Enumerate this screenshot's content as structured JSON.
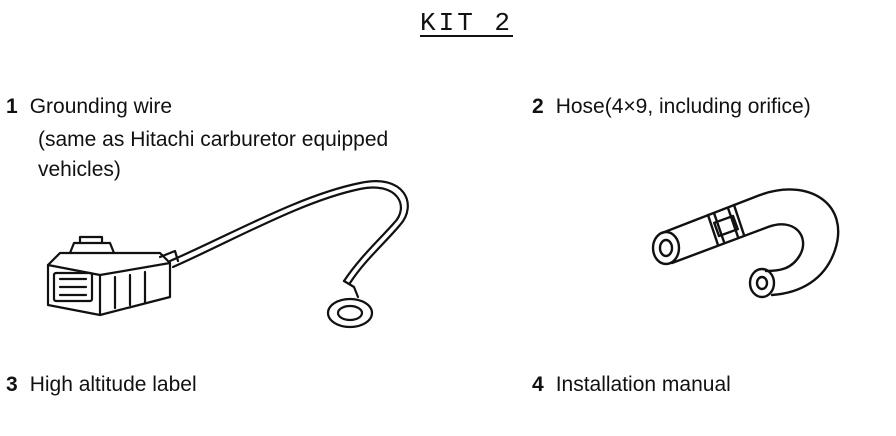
{
  "title": "KIT 2",
  "items": [
    {
      "number": "1",
      "name": "Grounding wire",
      "note_line1": "(same  as Hitachi carburetor equipped",
      "note_line2": "vehicles)"
    },
    {
      "number": "2",
      "name": "Hose(4×9, including orifice)"
    },
    {
      "number": "3",
      "name": "High altitude label"
    },
    {
      "number": "4",
      "name": "Installation manual"
    }
  ],
  "illustrations": [
    "grounding-wire-drawing",
    "hose-drawing"
  ]
}
